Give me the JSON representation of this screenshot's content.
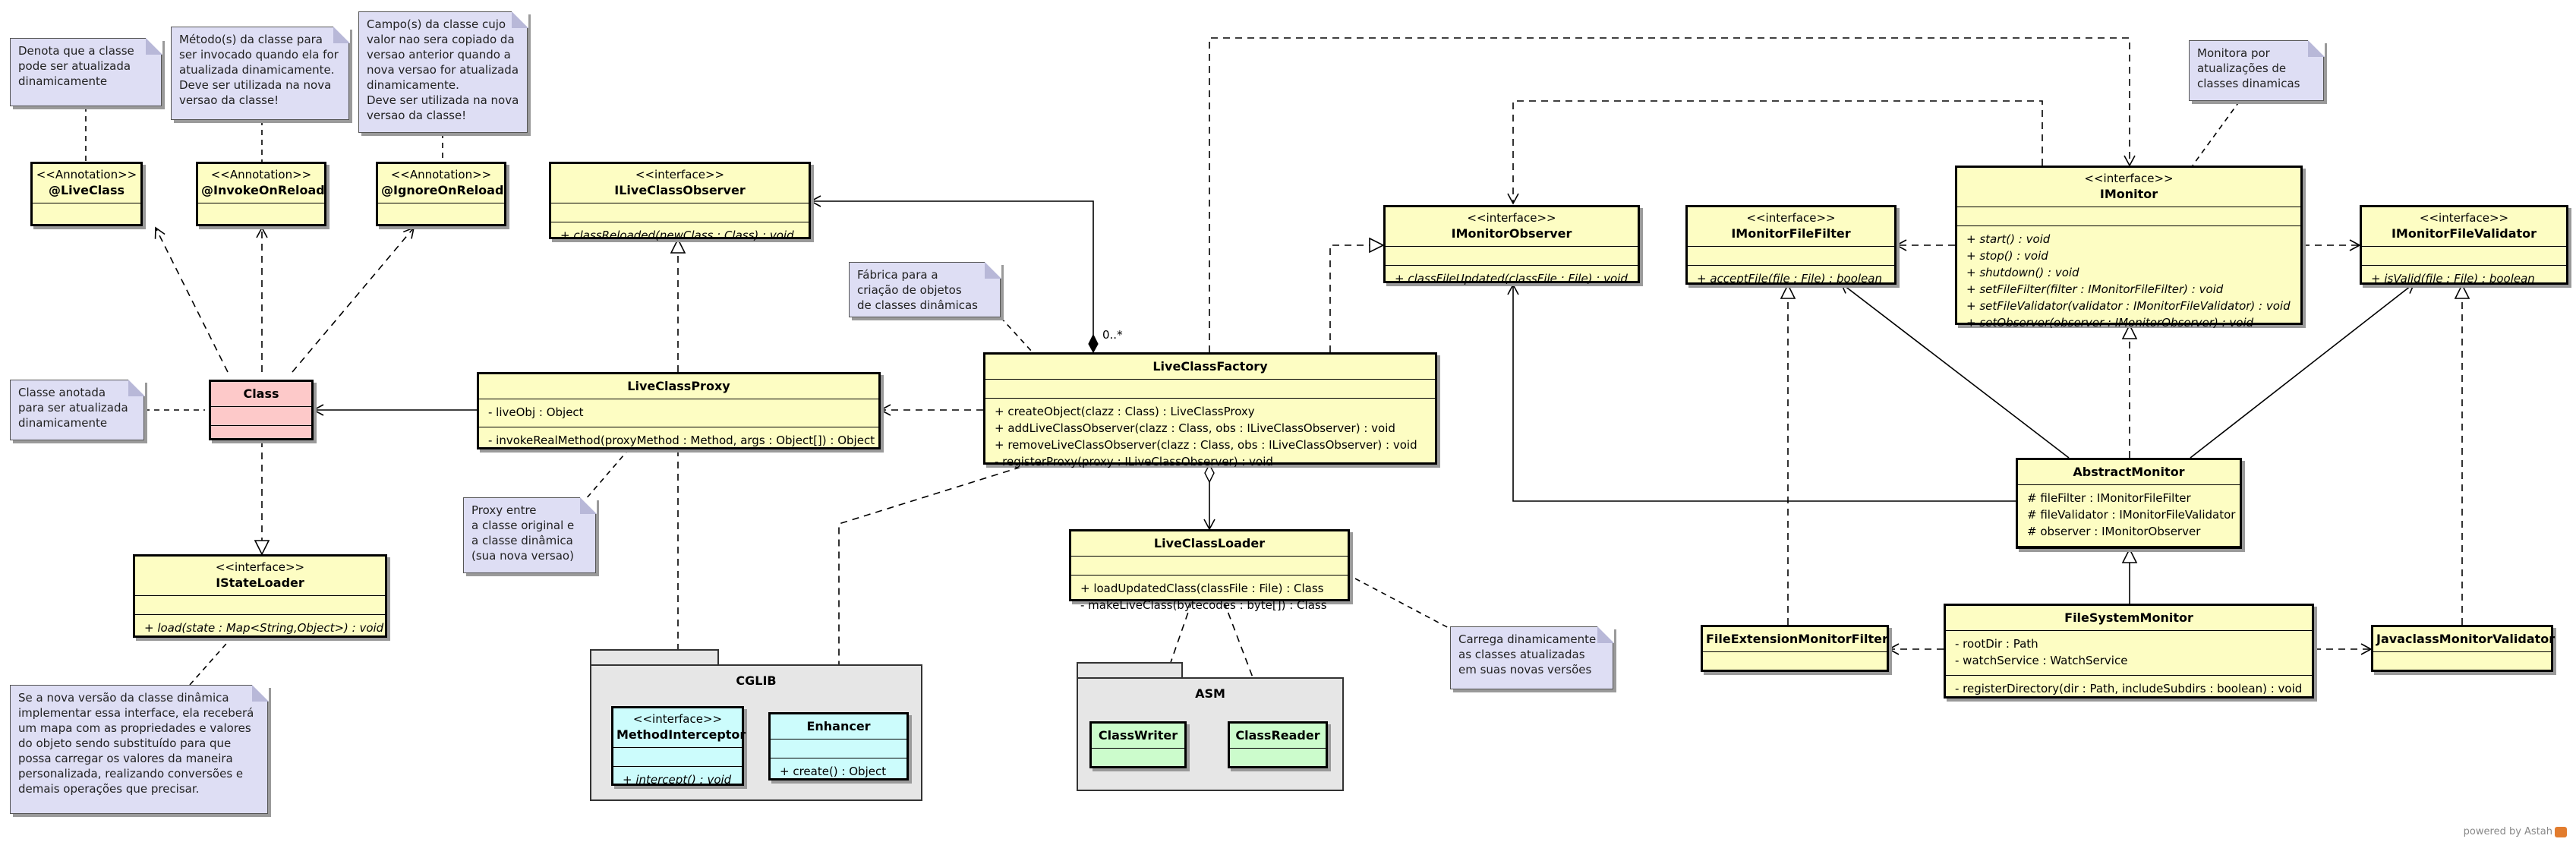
{
  "classes": {
    "live_class": {
      "stereotype": "<<Annotation>>",
      "name": "@LiveClass"
    },
    "invoke_on_reload": {
      "stereotype": "<<Annotation>>",
      "name": "@InvokeOnReload"
    },
    "ignore_on_reload": {
      "stereotype": "<<Annotation>>",
      "name": "@IgnoreOnReload"
    },
    "ilive_class_observer": {
      "stereotype": "<<interface>>",
      "name": "ILiveClassObserver",
      "methods": [
        "+ classReloaded(newClass : Class) : void"
      ]
    },
    "class": {
      "name": "Class"
    },
    "istate_loader": {
      "stereotype": "<<interface>>",
      "name": "IStateLoader",
      "methods": [
        "+ load(state : Map<String,Object>) : void"
      ]
    },
    "live_class_proxy": {
      "name": "LiveClassProxy",
      "attributes": [
        "- liveObj : Object"
      ],
      "methods": [
        "- invokeRealMethod(proxyMethod : Method, args : Object[]) : Object"
      ]
    },
    "live_class_factory": {
      "name": "LiveClassFactory",
      "methods": [
        "+ createObject(clazz : Class) : LiveClassProxy",
        "+ addLiveClassObserver(clazz : Class, obs : ILiveClassObserver) : void",
        "+ removeLiveClassObserver(clazz : Class, obs : ILiveClassObserver) : void",
        "- registerProxy(proxy : ILiveClassObserver) : void"
      ]
    },
    "live_class_loader": {
      "name": "LiveClassLoader",
      "methods": [
        "+ loadUpdatedClass(classFile : File) : Class",
        "- makeLiveClass(bytecodes : byte[]) : Class"
      ]
    },
    "imonitor_observer": {
      "stereotype": "<<interface>>",
      "name": "IMonitorObserver",
      "methods": [
        "+ classFileUpdated(classFile : File) : void"
      ]
    },
    "imonitor_file_filter": {
      "stereotype": "<<interface>>",
      "name": "IMonitorFileFilter",
      "methods": [
        "+ acceptFile(file : File) : boolean"
      ]
    },
    "imonitor": {
      "stereotype": "<<interface>>",
      "name": "IMonitor",
      "methods": [
        "+ start() : void",
        "+ stop() : void",
        "+ shutdown() : void",
        "+ setFileFilter(filter : IMonitorFileFilter) : void",
        "+ setFileValidator(validator : IMonitorFileValidator) : void",
        "+ setObserver(observer : IMonitorObserver) : void"
      ]
    },
    "imonitor_file_validator": {
      "stereotype": "<<interface>>",
      "name": "IMonitorFileValidator",
      "methods": [
        "+ isValid(file : File) : boolean"
      ]
    },
    "abstract_monitor": {
      "name": "AbstractMonitor",
      "attributes": [
        "# fileFilter : IMonitorFileFilter",
        "# fileValidator : IMonitorFileValidator",
        "# observer : IMonitorObserver"
      ]
    },
    "file_system_monitor": {
      "name": "FileSystemMonitor",
      "attributes": [
        "- rootDir : Path",
        "- watchService : WatchService"
      ],
      "methods": [
        "- registerDirectory(dir : Path, includeSubdirs : boolean) : void"
      ]
    },
    "file_extension_monitor_filter": {
      "name": "FileExtensionMonitorFilter"
    },
    "javaclass_monitor_validator": {
      "name": "JavaclassMonitorValidator"
    },
    "method_interceptor": {
      "stereotype": "<<interface>>",
      "name": "MethodInterceptor",
      "methods": [
        "+ intercept() : void"
      ]
    },
    "enhancer": {
      "name": "Enhancer",
      "methods": [
        "+ create() : Object"
      ]
    },
    "class_writer": {
      "name": "ClassWriter"
    },
    "class_reader": {
      "name": "ClassReader"
    }
  },
  "packages": {
    "cglib": "CGLIB",
    "asm": "ASM"
  },
  "notes": {
    "live_class": "Denota que a classe\npode ser atualizada\ndinamicamente",
    "invoke_on_reload": "Método(s) da classe para\nser invocado quando ela for\natualizada dinamicamente.\nDeve ser utilizada na nova\nversao da classe!",
    "ignore_on_reload": "Campo(s) da classe cujo\nvalor nao sera copiado da\nversao anterior quando a\nnova versao for atualizada\ndinamicamente.\nDeve ser utilizada na nova\nversao da classe!",
    "class": "Classe anotada\npara ser atualizada\ndinamicamente",
    "factory": "Fábrica para a\ncriação de objetos\nde classes dinâmicas",
    "proxy": "Proxy entre\na classe original e\na classe dinâmica\n(sua nova versao)",
    "state_loader": "Se a nova versão da classe dinâmica\nimplementar essa interface, ela receberá\num mapa com as propriedades e valores\ndo objeto sendo substituído para que\npossa carregar os valores da maneira\npersonalizada, realizando conversões e\ndemais operações que precisar.",
    "loader": "Carrega dinamicamente\nas classes atualizadas\nem suas novas versões",
    "monitor": "Monitora por\natualizações de\nclasses dinamicas"
  },
  "multiplicity": "0..*",
  "footer": "powered by Astah"
}
